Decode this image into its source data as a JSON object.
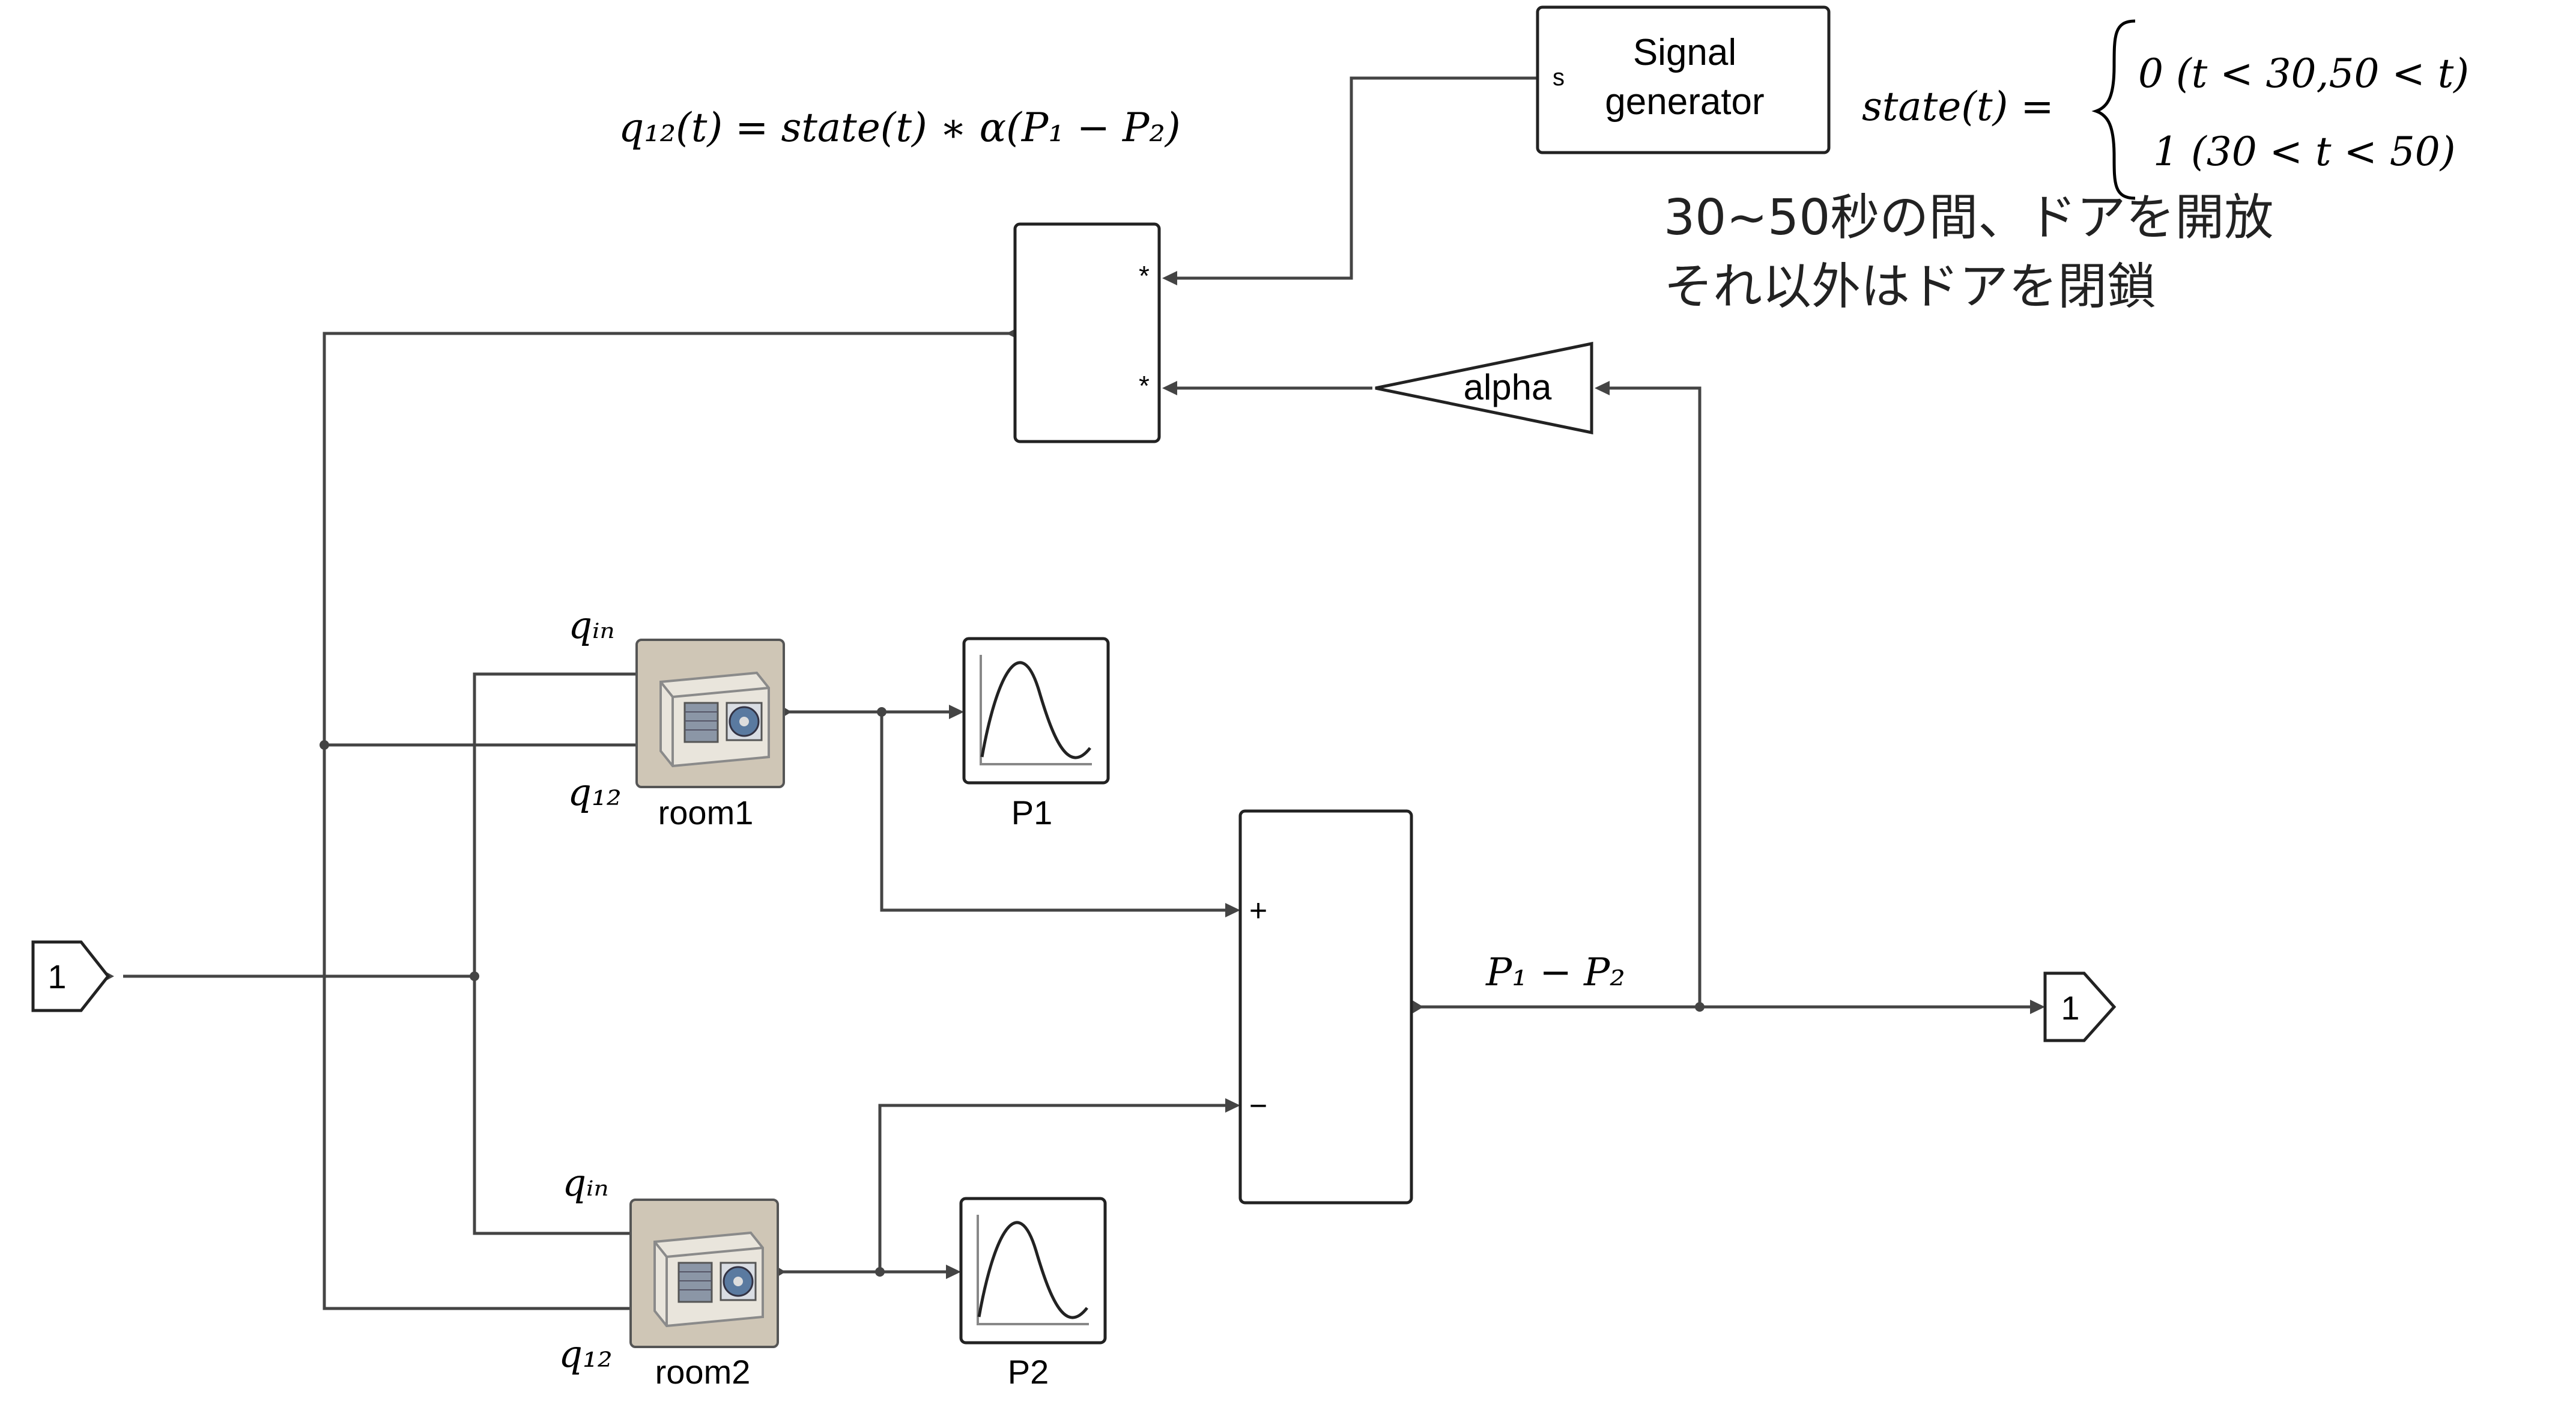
{
  "blocks": {
    "signal_generator": {
      "line1": "Signal",
      "line2": "generator",
      "port": "s"
    },
    "product": {
      "input1": "*",
      "input2": "*"
    },
    "gain": {
      "label": "alpha"
    },
    "room1": {
      "label": "room1"
    },
    "room2": {
      "label": "room2"
    },
    "scope1": {
      "label": "P1"
    },
    "scope2": {
      "label": "P2"
    },
    "sum": {
      "plus": "+",
      "minus": "−"
    },
    "inport": {
      "label": "1"
    },
    "outport": {
      "label": "1"
    }
  },
  "equations": {
    "q12": "q₁₂(t) = state(t) ∗ α(P₁ − P₂)",
    "state_lhs": "state(t) =",
    "state_case0": "0    (t < 30,50 < t)",
    "state_case1": "1    (30 < t < 50)"
  },
  "signal_labels": {
    "q_in_1": "qᵢₙ",
    "q12_1": "q₁₂",
    "q_in_2": "qᵢₙ",
    "q12_2": "q₁₂",
    "p_diff": "P₁ − P₂"
  },
  "notes": {
    "line1": "30~50秒の間、ドアを開放",
    "line2": "それ以外はドアを閉鎖"
  },
  "colors": {
    "wire": "#444444",
    "block_border": "#222222",
    "room_bg": "#c9bfae"
  }
}
